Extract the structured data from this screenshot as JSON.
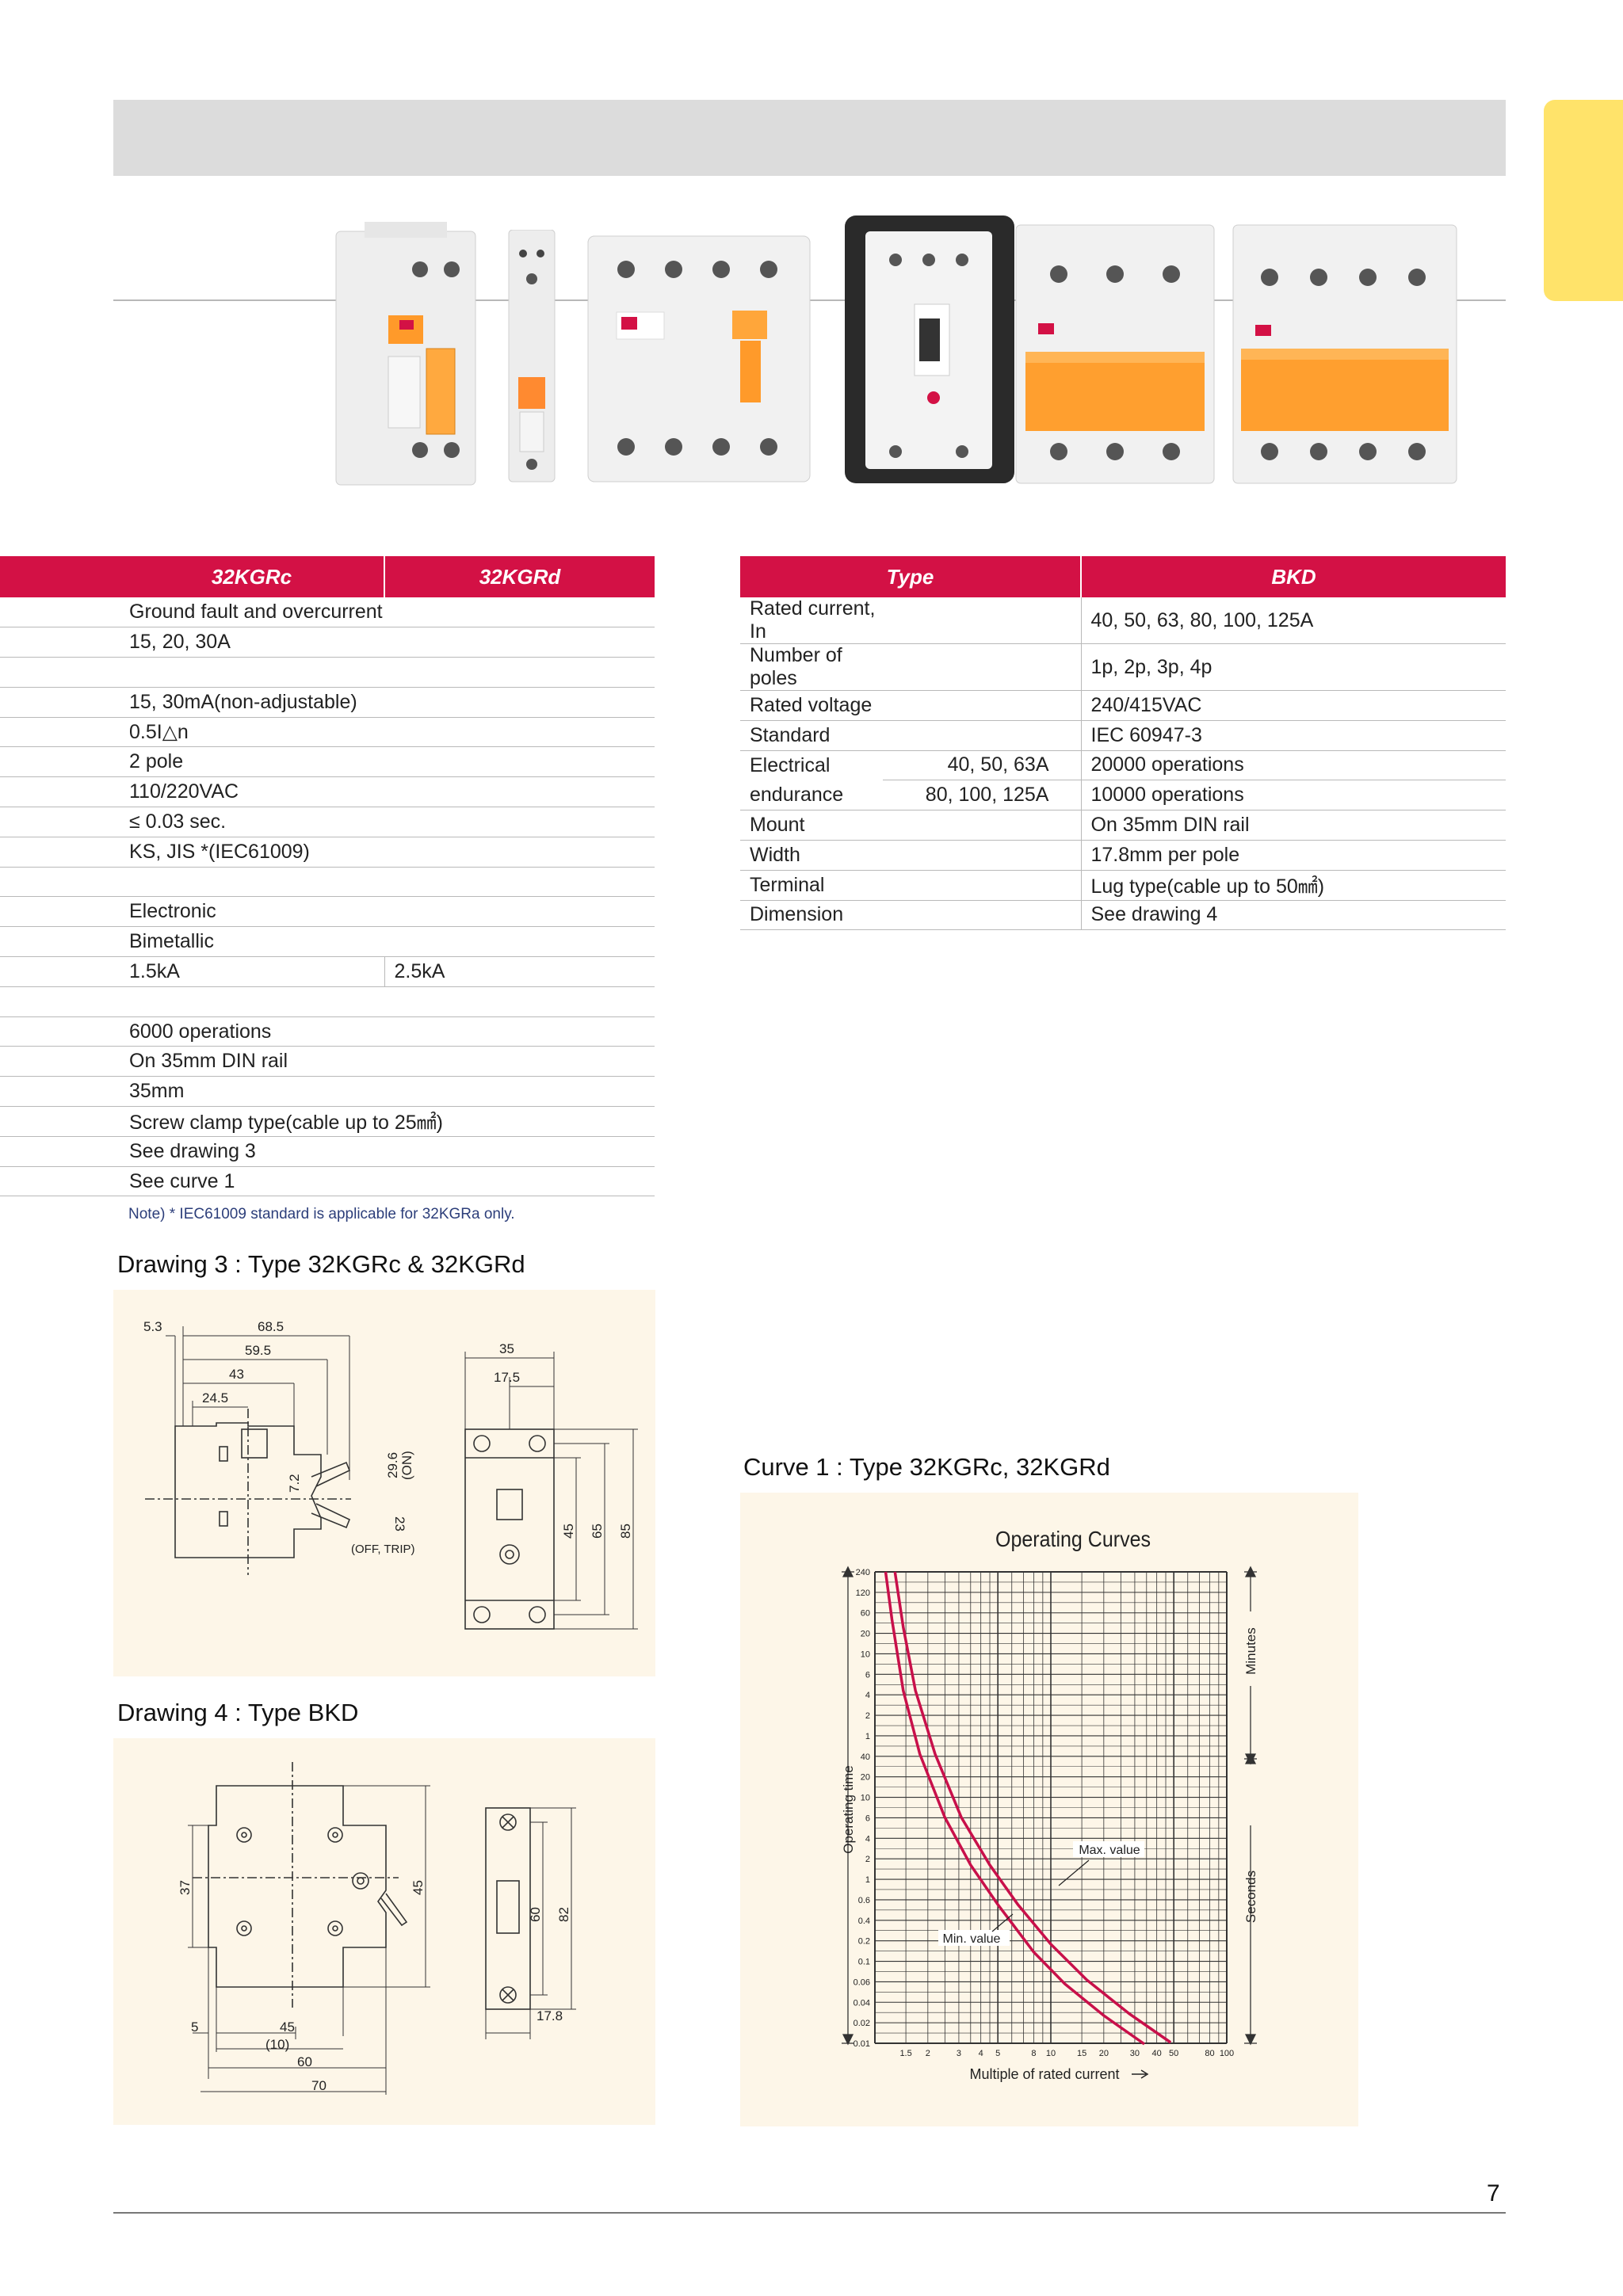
{
  "left_table": {
    "headers": [
      "",
      "32KGRc",
      "32KGRd"
    ],
    "rows": [
      [
        "Ground fault and overcurrent",
        ""
      ],
      [
        "15, 20, 30A",
        ""
      ],
      [
        "",
        ""
      ],
      [
        "15, 30mA(non-adjustable)",
        ""
      ],
      [
        "0.5I△n",
        ""
      ],
      [
        "2 pole",
        ""
      ],
      [
        "110/220VAC",
        ""
      ],
      [
        "≤ 0.03 sec.",
        ""
      ],
      [
        "KS, JIS *(IEC61009)",
        ""
      ],
      [
        "",
        ""
      ],
      [
        "Electronic",
        ""
      ],
      [
        "Bimetallic",
        ""
      ],
      [
        "1.5kA",
        "2.5kA"
      ],
      [
        "",
        ""
      ],
      [
        "6000 operations",
        ""
      ],
      [
        "On 35mm DIN rail",
        ""
      ],
      [
        "35mm",
        ""
      ],
      [
        "Screw clamp type(cable up to 25㎟)",
        ""
      ],
      [
        "See drawing 3",
        ""
      ],
      [
        "See curve 1",
        ""
      ]
    ],
    "note": "Note) * IEC61009 standard is applicable for 32KGRa only."
  },
  "right_table": {
    "headers": [
      "Type",
      "BKD"
    ],
    "rows": [
      [
        "Rated current, In",
        "",
        "40, 50, 63, 80, 100, 125A"
      ],
      [
        "Number of poles",
        "",
        "1p, 2p, 3p, 4p"
      ],
      [
        "Rated voltage",
        "",
        "240/415VAC"
      ],
      [
        "Standard",
        "",
        "IEC 60947-3"
      ],
      [
        "Electrical",
        "40, 50, 63A",
        "20000 operations"
      ],
      [
        "endurance",
        "80, 100, 125A",
        "10000 operations"
      ],
      [
        "Mount",
        "",
        "On 35mm DIN rail"
      ],
      [
        "Width",
        "",
        "17.8mm per pole"
      ],
      [
        "Terminal",
        "",
        "Lug type(cable up to 50㎟)"
      ],
      [
        "Dimension",
        "",
        "See drawing 4"
      ]
    ]
  },
  "captions": {
    "drawing3": "Drawing 3 : Type 32KGRc & 32KGRd",
    "drawing4": "Drawing 4 : Type BKD",
    "curve1": "Curve 1 : Type 32KGRc, 32KGRd"
  },
  "drawing3": {
    "dims": [
      "5.3",
      "68.5",
      "59.5",
      "43",
      "24.5",
      "35",
      "17.5",
      "7.2",
      "29.6",
      "(ON)",
      "23",
      "(OFF, TRIP)",
      "45",
      "65",
      "85"
    ]
  },
  "drawing4": {
    "dims": [
      "37",
      "45",
      "(10)",
      "5",
      "45",
      "60",
      "70",
      "60",
      "82",
      "17.8"
    ]
  },
  "curve": {
    "title": "Operating Curves",
    "ylabel": "Operating time",
    "xlabel": "Multiple of rated current",
    "minutes_label": "Minutes",
    "seconds_label": "Seconds",
    "max_label": "Max. value",
    "min_label": "Min. value",
    "y_ticks": [
      "240",
      "120",
      "60",
      "20",
      "10",
      "6",
      "4",
      "2",
      "1",
      "40",
      "20",
      "10",
      "6",
      "4",
      "2",
      "1",
      "0.6",
      "0.4",
      "0.2",
      "0.1",
      "0.06",
      "0.04",
      "0.02",
      "0.01"
    ],
    "x_ticks": [
      "1.5",
      "2",
      "3",
      "4",
      "5",
      "8",
      "10",
      "15",
      "20",
      "30",
      "40",
      "50",
      "80",
      "100"
    ]
  },
  "page_number": "7",
  "colors": {
    "accent": "#d31145",
    "tab": "#ffe36a",
    "panel": "#fdf6e8",
    "curve": "#c8104a"
  }
}
